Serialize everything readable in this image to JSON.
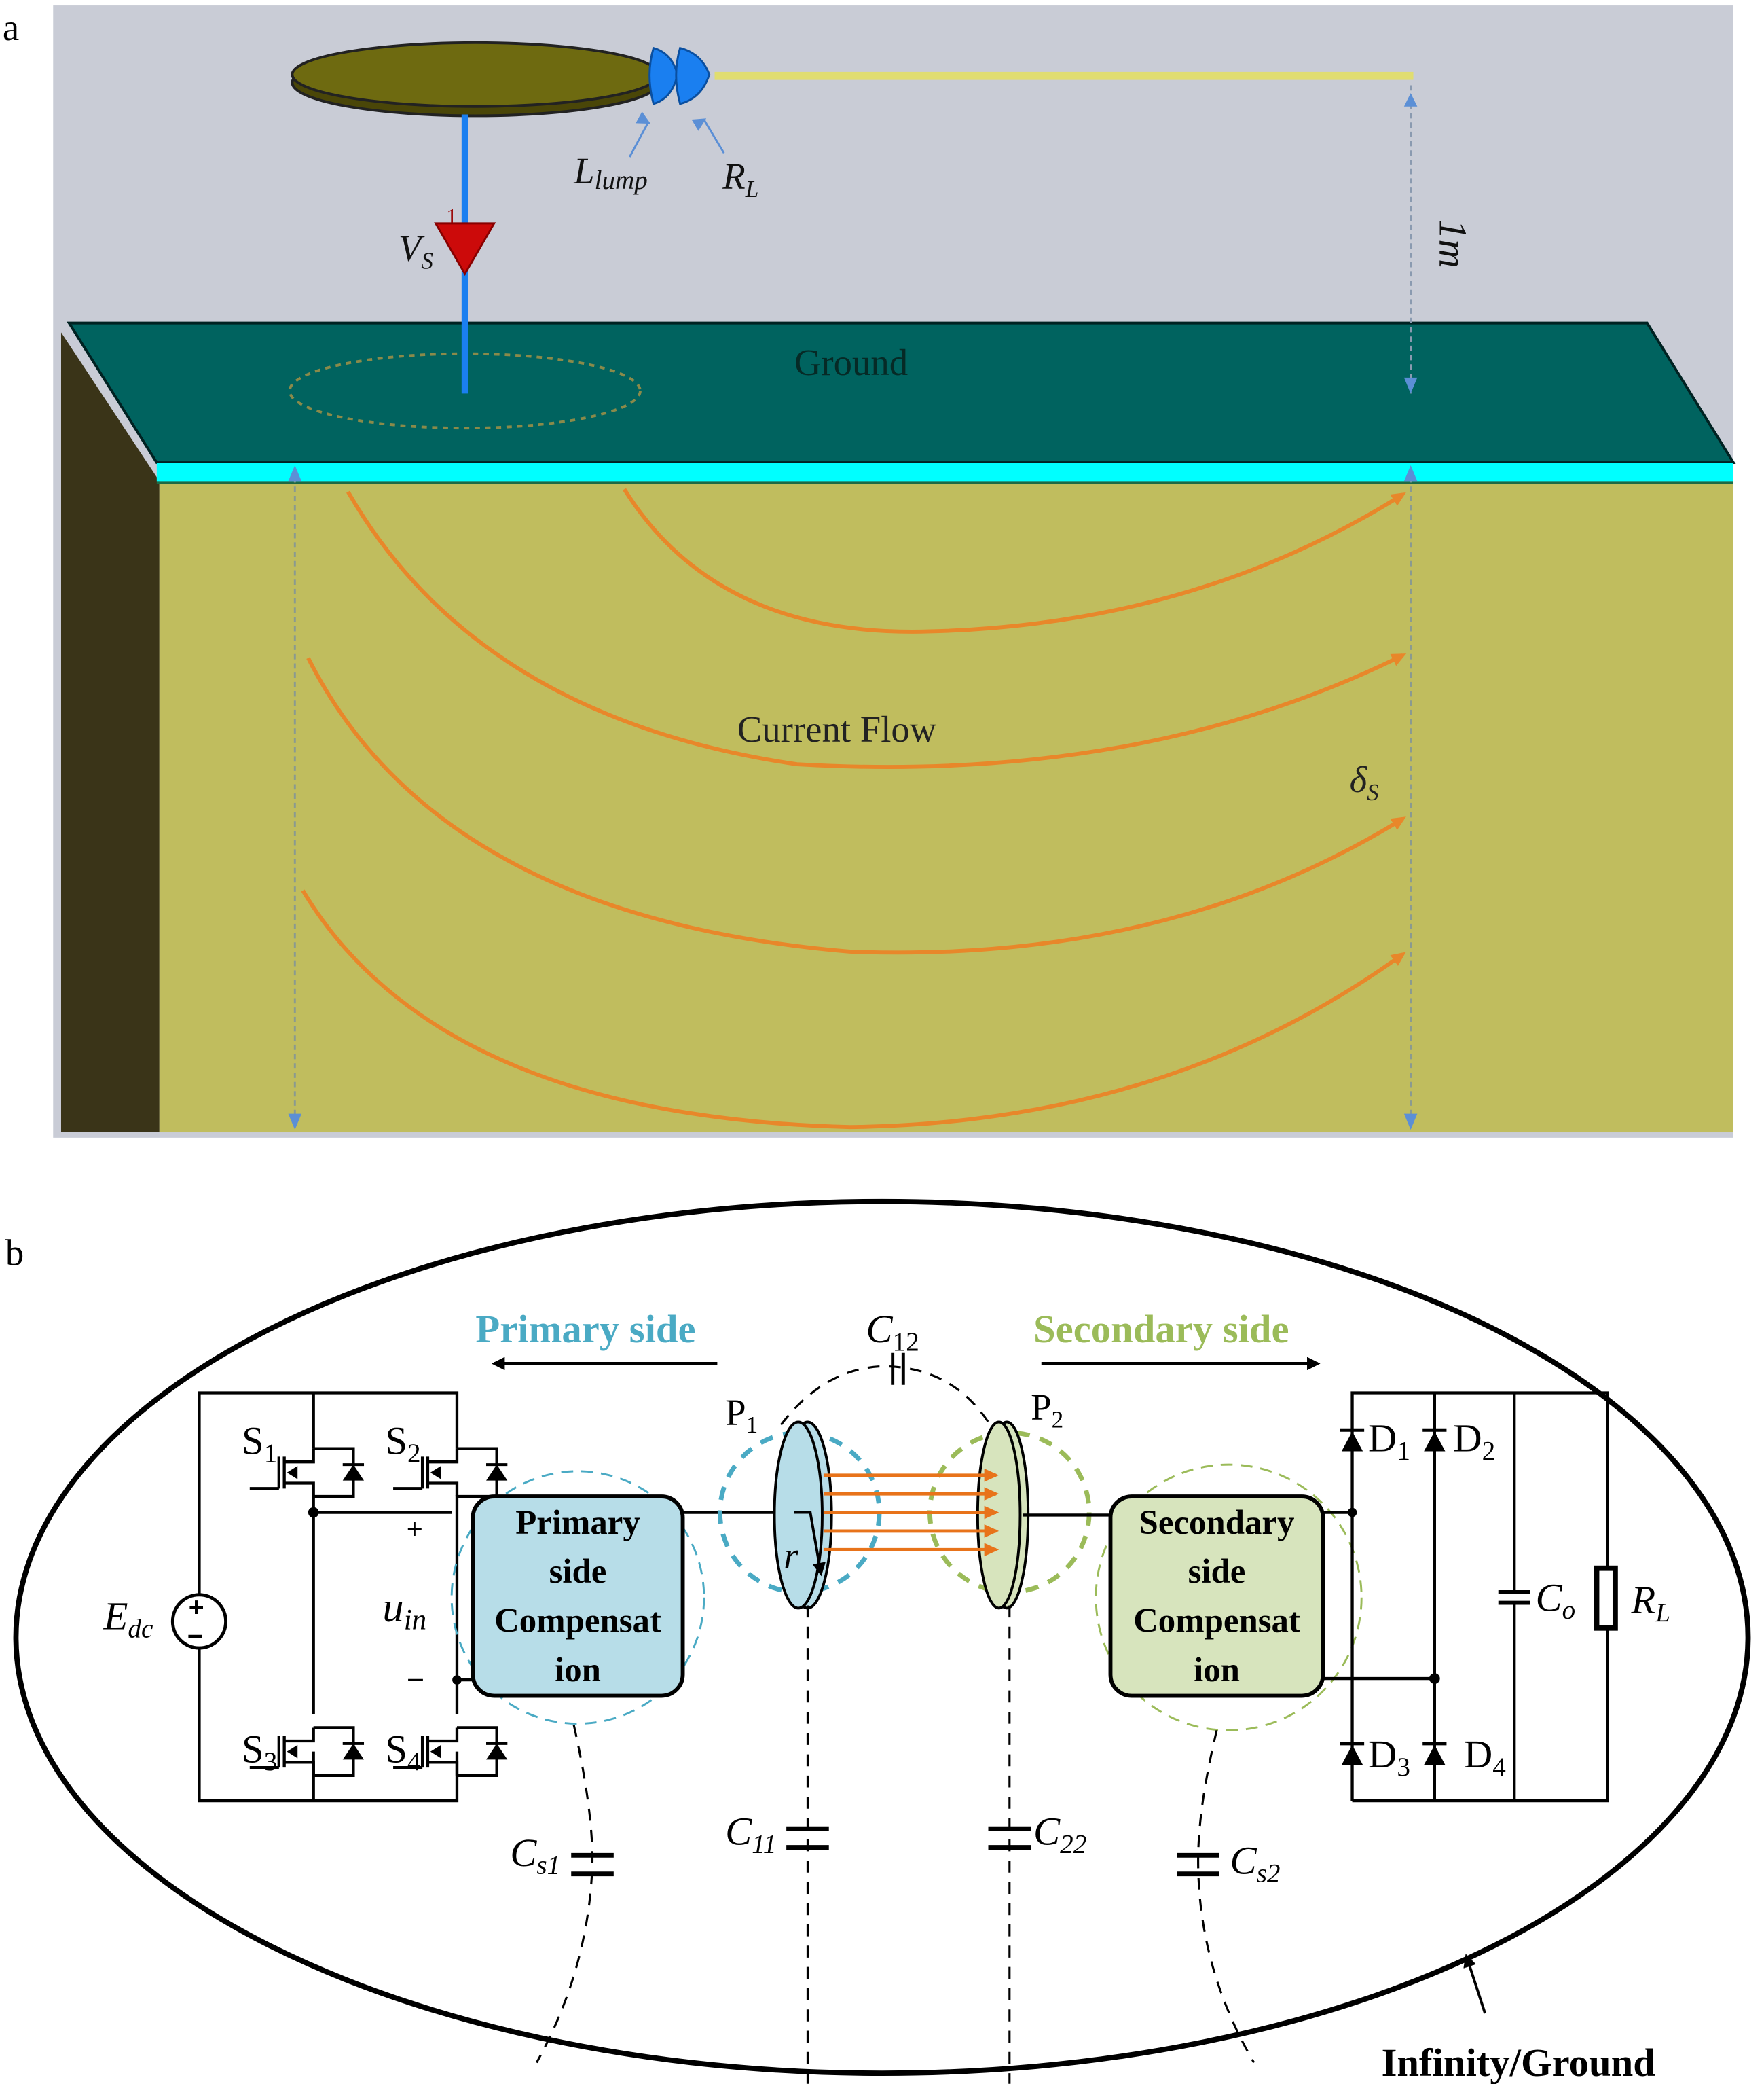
{
  "panel_a": {
    "label": "a",
    "labels": {
      "l_lump": "L",
      "l_lump_sub": "lump",
      "r_l": "R",
      "r_l_sub": "L",
      "v_s": "V",
      "v_s_sub": "S",
      "port_number": "1",
      "height": "1m",
      "ground": "Ground",
      "current_flow": "Current Flow",
      "skin_depth": "δ",
      "skin_depth_sub": "S"
    },
    "colors": {
      "sky": "#c9ccd6",
      "ground_top": "#00635f",
      "ground_edge": "#00ffff",
      "soil": "#c0bd5e",
      "soil_side": "#3a3418",
      "plate": "#6e6a10",
      "feed": "#1a7ff0",
      "source": "#cc0a0a",
      "lumped": "#1a7ff0",
      "wire": "#e0dd70",
      "current": "#e8872a"
    }
  },
  "panel_b": {
    "label": "b",
    "primary_title": "Primary side",
    "secondary_title": "Secondary side",
    "primary_box": [
      "Primary",
      "side",
      "Compensat",
      "ion"
    ],
    "secondary_box": [
      "Secondary",
      "side",
      "Compensat",
      "ion"
    ],
    "source": {
      "name": "E",
      "sub": "dc",
      "plus": "+",
      "minus": "−"
    },
    "uin": {
      "name": "u",
      "sub": "in",
      "plus": "+",
      "minus": "−"
    },
    "switches": [
      {
        "name": "S",
        "sub": "1"
      },
      {
        "name": "S",
        "sub": "2"
      },
      {
        "name": "S",
        "sub": "3"
      },
      {
        "name": "S",
        "sub": "4"
      }
    ],
    "diodes": [
      {
        "name": "D",
        "sub": "1"
      },
      {
        "name": "D",
        "sub": "2"
      },
      {
        "name": "D",
        "sub": "3"
      },
      {
        "name": "D",
        "sub": "4"
      }
    ],
    "plates": [
      {
        "name": "P",
        "sub": "1"
      },
      {
        "name": "P",
        "sub": "2"
      }
    ],
    "radius": "r",
    "capacitors": {
      "c12": {
        "name": "C",
        "sub": "12"
      },
      "c11": {
        "name": "C",
        "sub": "11"
      },
      "c22": {
        "name": "C",
        "sub": "22"
      },
      "cs1": {
        "name": "C",
        "sub": "s1"
      },
      "cs2": {
        "name": "C",
        "sub": "s2"
      },
      "co": {
        "name": "C",
        "sub": "o"
      }
    },
    "load": {
      "name": "R",
      "sub": "L"
    },
    "ground_label": "Infinity/Ground",
    "colors": {
      "primary": "#4aaac4",
      "primary_fill": "#b7dde8",
      "secondary": "#9bbb59",
      "secondary_fill": "#d7e4bd",
      "field_arrows": "#e8731a"
    }
  }
}
